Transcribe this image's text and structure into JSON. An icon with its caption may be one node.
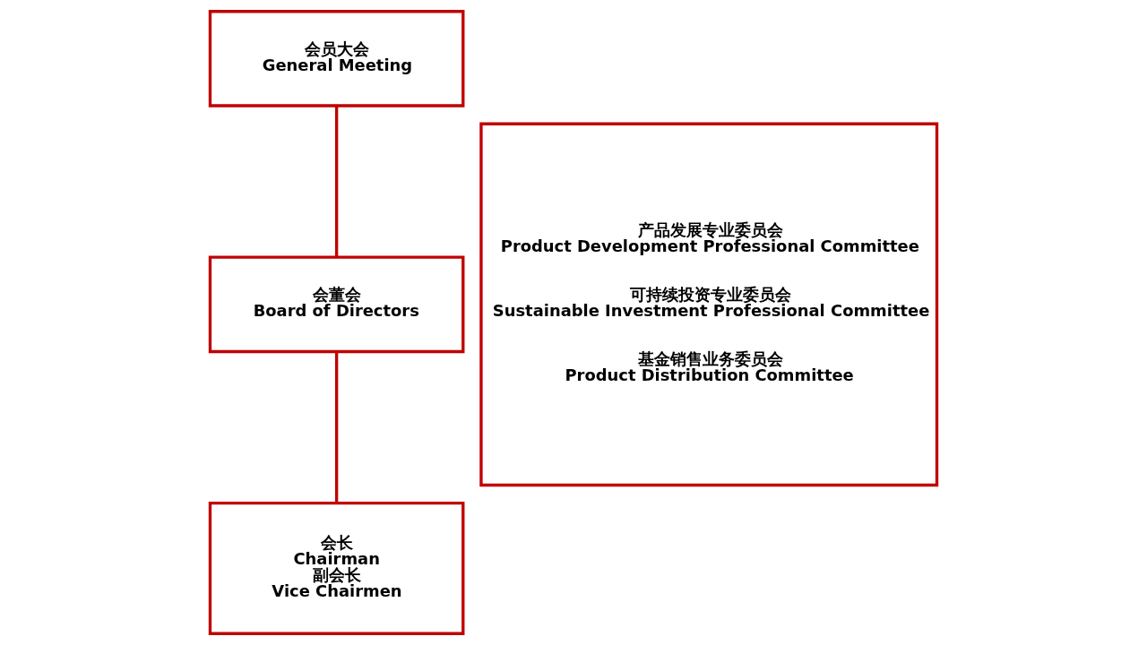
{
  "diagram": {
    "nodes": [
      {
        "text": [
          "会员大会",
          "General Meeting"
        ]
      },
      {
        "text": [
          "会董会",
          "Board of Directors"
        ]
      },
      {
        "text": [
          "会长",
          "Chairman",
          "副会长",
          "Vice Chairmen"
        ]
      },
      {
        "text": [
          "产品发展专业委员会",
          "Product Development Professional Committee",
          "可持续投资专业委员会",
          "Sustainable Investment Professional Committee",
          "基金销售业务委员会",
          "Product Distribution Committee"
        ]
      }
    ],
    "edges": [
      {
        "from": 0,
        "to": 1,
        "arrow": "none"
      },
      {
        "from": 1,
        "to": 2,
        "arrow": "none"
      }
    ]
  }
}
